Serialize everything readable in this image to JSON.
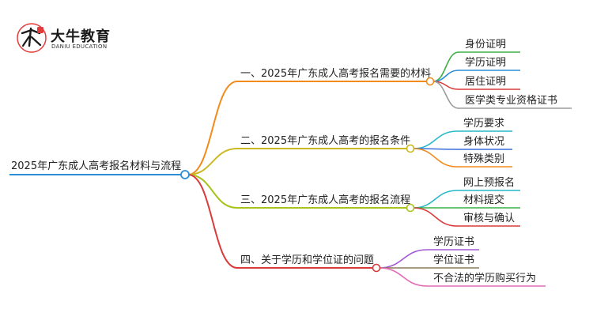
{
  "logo": {
    "brand": "大牛教育",
    "sub": "DANIU EDUCATION",
    "mark_glyph": "大牛"
  },
  "mindmap": {
    "root": "2025年广东成人高考报名材料与流程",
    "branches": [
      {
        "label": "一、2025年广东成人高考报名需要的材料",
        "color": "#f28b1c",
        "children": [
          {
            "label": "身份证明",
            "color": "#3cb043"
          },
          {
            "label": "学历证明",
            "color": "#2c8ed6"
          },
          {
            "label": "居住证明",
            "color": "#d93a3a"
          },
          {
            "label": "医学类专业资格证书",
            "color": "#9a9a9a"
          }
        ]
      },
      {
        "label": "二、2025年广东成人高考的报名条件",
        "color": "#c9b81e",
        "children": [
          {
            "label": "学历要求",
            "color": "#27b8c9"
          },
          {
            "label": "身体状况",
            "color": "#3a6fd9"
          },
          {
            "label": "特殊类别",
            "color": "#f28b1c"
          }
        ]
      },
      {
        "label": "三、2025年广东成人高考的报名流程",
        "color": "#a8c21e",
        "children": [
          {
            "label": "网上预报名",
            "color": "#27b8c9"
          },
          {
            "label": "材料提交",
            "color": "#3cb043"
          },
          {
            "label": "审核与确认",
            "color": "#d93a3a"
          }
        ]
      },
      {
        "label": "四、关于学历和学位证的问题",
        "color": "#d93a3a",
        "children": [
          {
            "label": "学历证书",
            "color": "#a25ad6"
          },
          {
            "label": "学位证书",
            "color": "#8a7a5a"
          },
          {
            "label": "不合法的学历购买行为",
            "color": "#e36ab5"
          }
        ]
      }
    ]
  }
}
